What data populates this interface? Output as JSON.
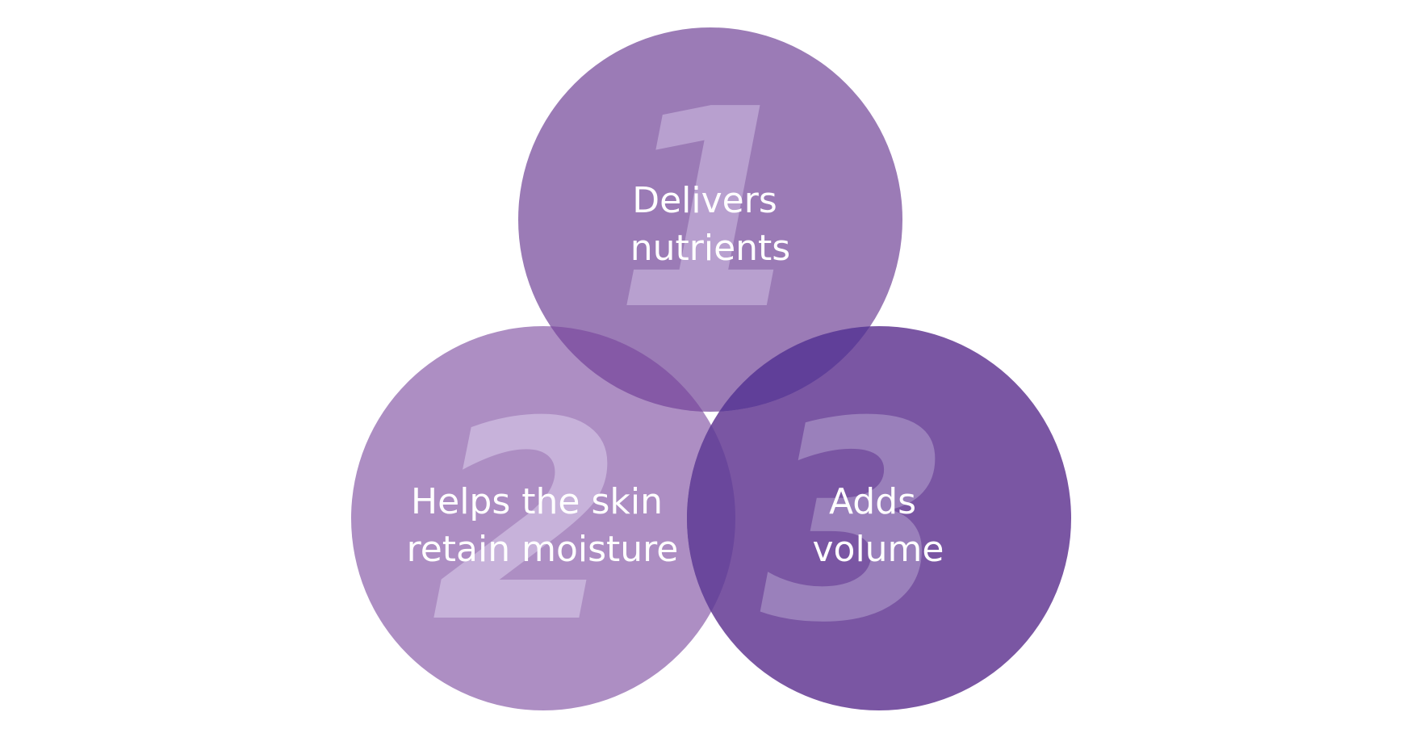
{
  "diagram": {
    "circles": [
      {
        "numeral": "1",
        "label_lines": [
          "Delivers",
          "nutrients"
        ],
        "fill": "#9b7bb6",
        "numeral_color": "#b8a0cf"
      },
      {
        "numeral": "2",
        "label_lines": [
          "Helps the skin",
          "retain moisture"
        ],
        "fill": "#ad8ec3",
        "numeral_color": "#c7b2da"
      },
      {
        "numeral": "3",
        "label_lines": [
          "Adds",
          "volume"
        ],
        "fill": "#7a56a3",
        "numeral_color": "#9a80bb"
      }
    ],
    "overlap_colors": {
      "one_two": "#8559a6",
      "one_three": "#603f99",
      "two_three": "#6a479c"
    }
  }
}
